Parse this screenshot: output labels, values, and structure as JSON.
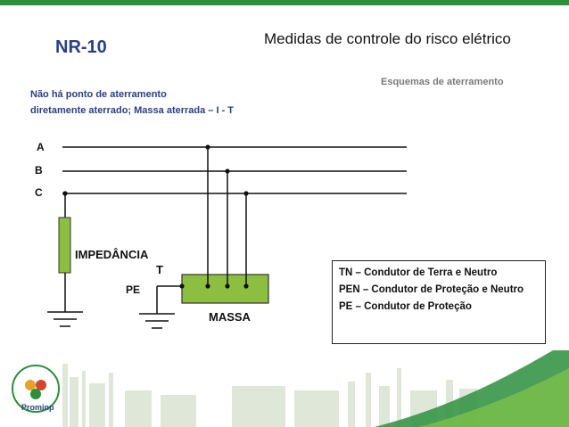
{
  "header": {
    "code": "NR-10",
    "title": "Medidas de controle do risco elétrico",
    "subtitle": "Esquemas de aterramento"
  },
  "description": {
    "line1": "Não há ponto de aterramento",
    "line2": "diretamente aterrado; Massa aterrada  –  I - T"
  },
  "diagram": {
    "phases": [
      "A",
      "B",
      "C"
    ],
    "impedance_label_line1": "IMPEDÂNCIA",
    "impedance_label_line2": "T",
    "pe_label": "PE",
    "massa_label": "MASSA",
    "massa_color": "#8cbf3f",
    "wire_color": "#111111"
  },
  "legend": {
    "items": [
      "TN  –  Condutor de Terra e Neutro",
      "PEN –  Condutor de Proteção e Neutro",
      "PE  –  Condutor de Proteção"
    ]
  },
  "footer": {
    "logo_text": "Prominp",
    "accent": "#2c8f3c"
  }
}
